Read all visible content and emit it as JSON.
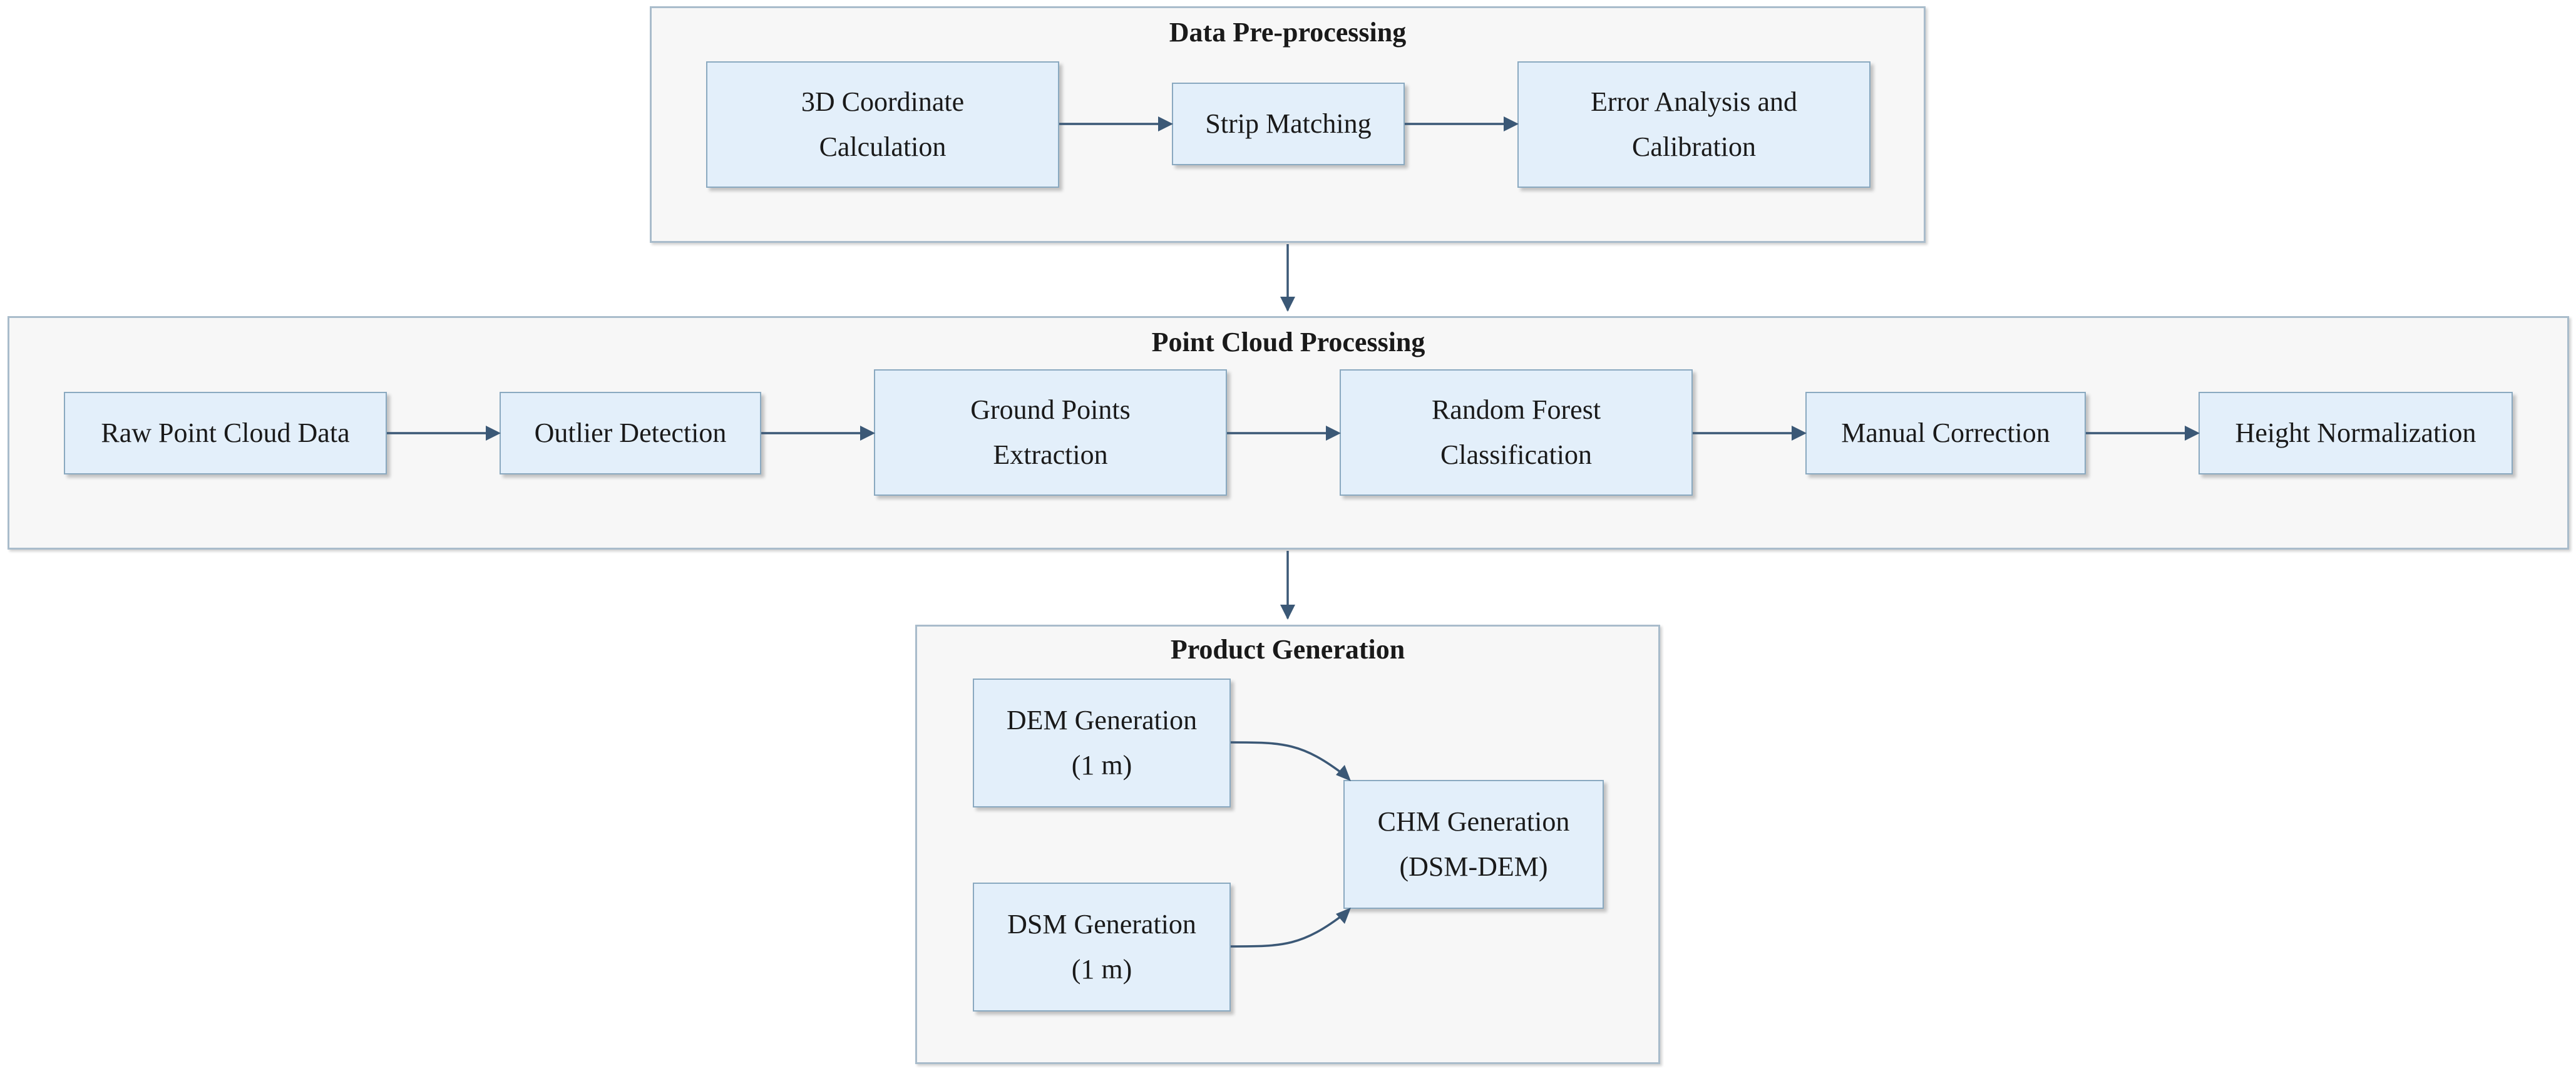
{
  "sections": {
    "preprocessing": {
      "title": "Data Pre-processing",
      "steps": {
        "coordinate": [
          "3D Coordinate",
          "Calculation"
        ],
        "strip": [
          "Strip Matching"
        ],
        "error": [
          "Error Analysis and",
          "Calibration"
        ]
      }
    },
    "pointcloud": {
      "title": "Point Cloud Processing",
      "steps": {
        "raw": [
          "Raw Point Cloud Data"
        ],
        "outlier": [
          "Outlier Detection"
        ],
        "ground": [
          "Ground Points",
          "Extraction"
        ],
        "forest": [
          "Random Forest",
          "Classification"
        ],
        "manual": [
          "Manual Correction"
        ],
        "height": [
          "Height Normalization"
        ]
      }
    },
    "product": {
      "title": "Product Generation",
      "steps": {
        "dem": [
          "DEM Generation",
          "(1 m)"
        ],
        "dsm": [
          "DSM Generation",
          "(1 m)"
        ],
        "chm": [
          "CHM Generation",
          "(DSM-DEM)"
        ]
      }
    }
  },
  "colors": {
    "arrow": "#3b5876",
    "box_fill": "#e3effa",
    "box_border": "#8aa9c0",
    "panel_fill": "#f7f7f7",
    "panel_border": "#a9bccb"
  }
}
